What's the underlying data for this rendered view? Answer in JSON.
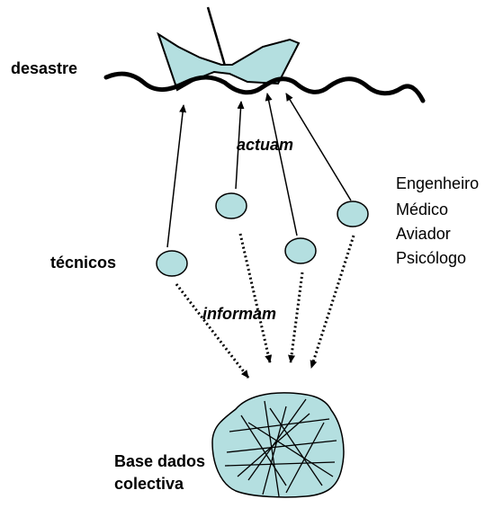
{
  "labels": {
    "desastre": "desastre",
    "actuam": "actuam",
    "tecnicos": "técnicos",
    "informam": "informam",
    "base_line1": "Base dados",
    "base_line2": "colectiva"
  },
  "professions": [
    "Engenheiro",
    "Médico",
    "Aviador",
    "Psicólogo"
  ],
  "colors": {
    "fill": "#b4dfe0",
    "stroke": "#000000"
  }
}
